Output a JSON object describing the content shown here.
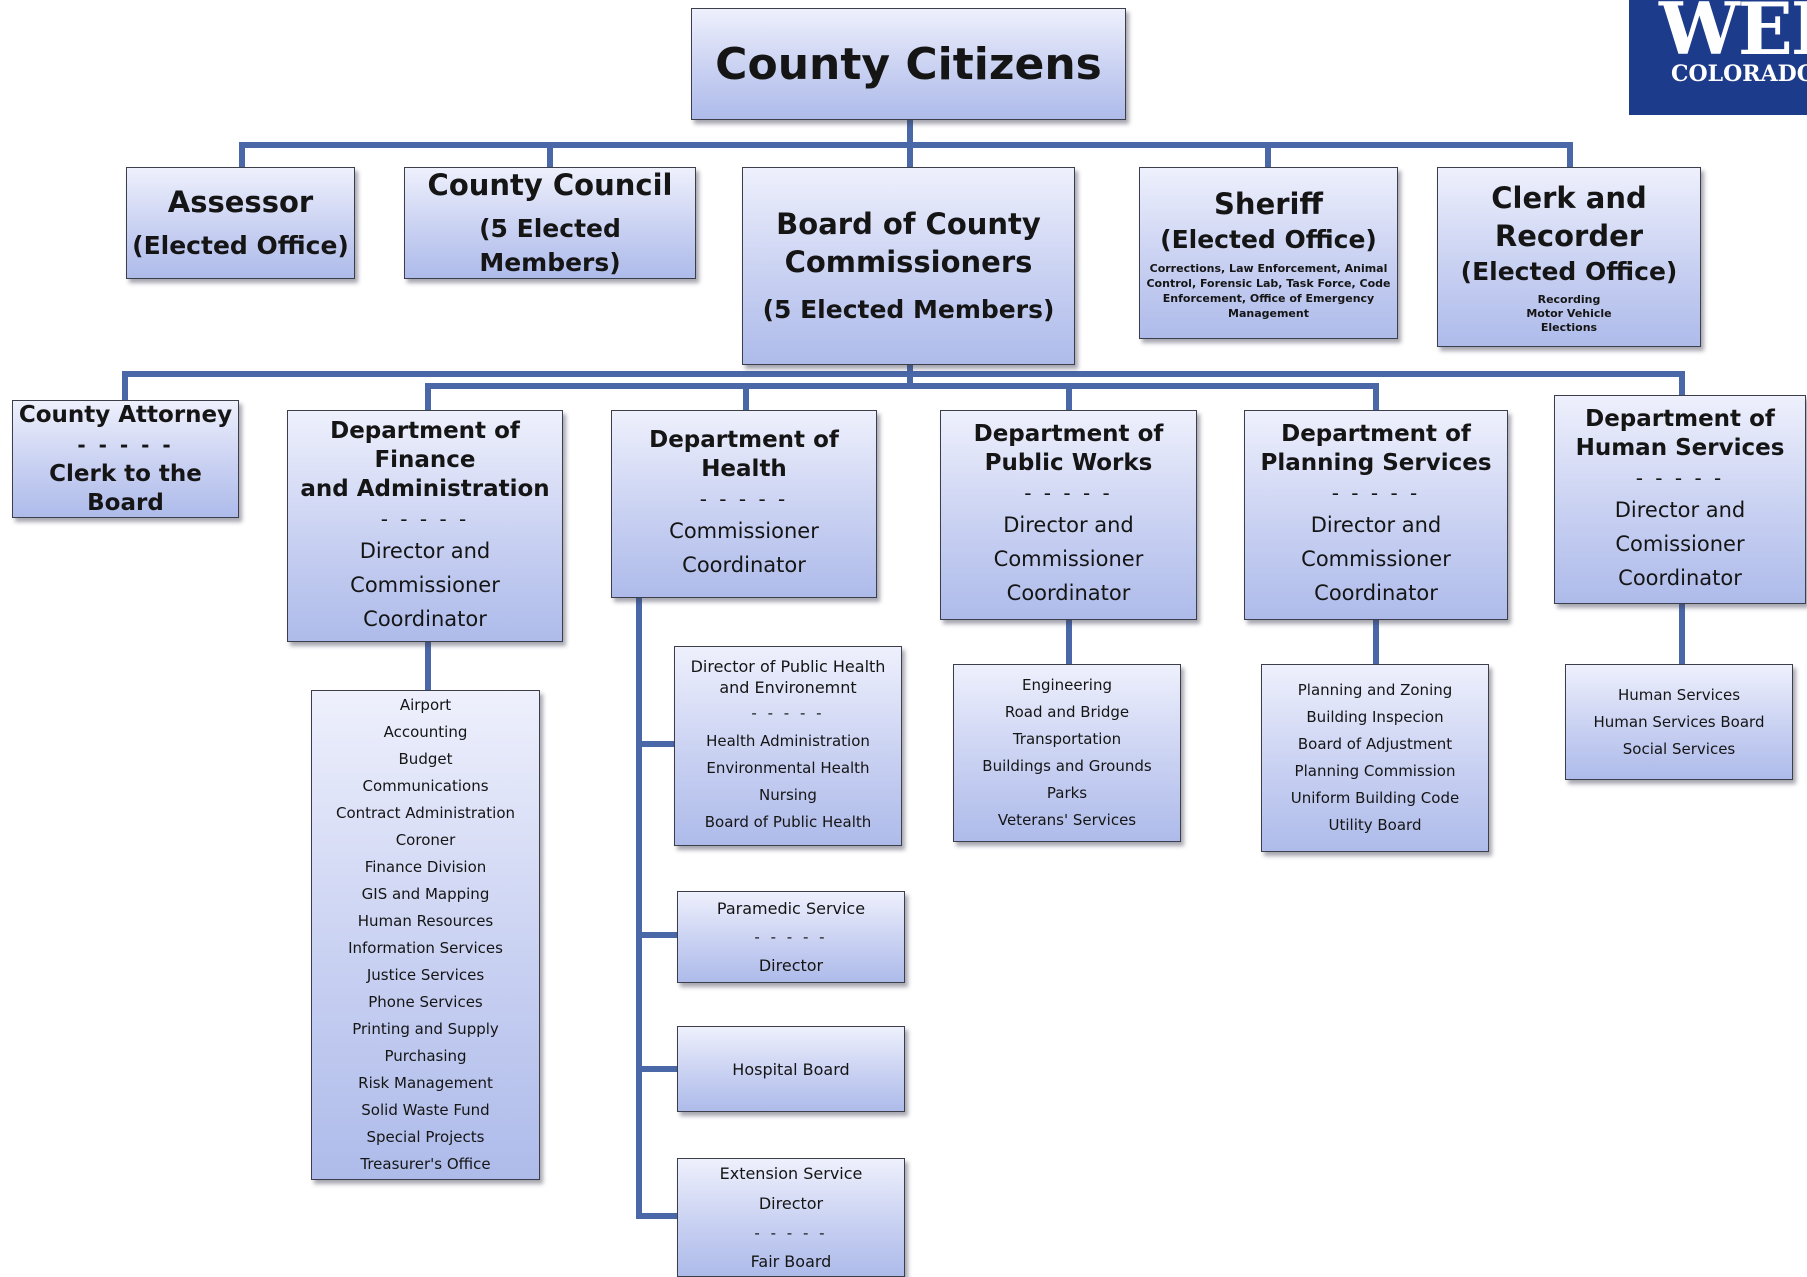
{
  "logo": {
    "text": "WELD",
    "sub": "COLORADO"
  },
  "top": {
    "title": "County Citizens"
  },
  "elected": {
    "assessor": {
      "name": "Assessor",
      "type": "(Elected Office)"
    },
    "council": {
      "name": "County Council",
      "type": "(5 Elected Members)"
    },
    "board": {
      "line1": "Board of County",
      "line2": "Commissioners",
      "type": "(5 Elected Members)"
    },
    "sheriff": {
      "name": "Sheriff",
      "type": "(Elected Office)",
      "details": "Corrections, Law Enforcement, Animal Control, Forensic Lab, Task Force, Code Enforcement, Office of Emergency Management"
    },
    "clerk": {
      "line1": "Clerk and",
      "line2": "Recorder",
      "type": "(Elected Office)",
      "items": [
        "Recording",
        "Motor Vehicle",
        "Elections"
      ]
    }
  },
  "departments": {
    "attorney": {
      "name": "County Attorney",
      "sep": "- - - - -",
      "role": "Clerk to the Board"
    },
    "finance": {
      "line1": "Department of Finance",
      "line2": "and Administration",
      "sep": "- - - - -",
      "role1": "Director and",
      "role2": "Commissioner Coordinator"
    },
    "health": {
      "name": "Department of Health",
      "sep": "- - - - -",
      "role": "Commissioner Coordinator"
    },
    "public_works": {
      "line1": "Department of",
      "line2": "Public Works",
      "sep": "- - - - -",
      "role1": "Director and",
      "role2": "Commissioner Coordinator"
    },
    "planning": {
      "line1": "Department of",
      "line2": "Planning Services",
      "sep": "- - - - -",
      "role1": "Director and",
      "role2": "Commissioner Coordinator"
    },
    "human": {
      "line1": "Department of",
      "line2": "Human Services",
      "sep": "- - - - -",
      "role1": "Director and",
      "role2": "Comissioner Coordinator"
    }
  },
  "finance_items": [
    "Airport",
    "Accounting",
    "Budget",
    "Communications",
    "Contract Administration",
    "Coroner",
    "Finance Division",
    "GIS and Mapping",
    "Human Resources",
    "Information Services",
    "Justice Services",
    "Phone Services",
    "Printing and Supply",
    "Purchasing",
    "Risk Management",
    "Solid Waste Fund",
    "Special Projects",
    "Treasurer's Office"
  ],
  "health_units": {
    "public_health": {
      "line1": "Director of Public Health",
      "line2": "and Environemnt",
      "sep": "- - - - -",
      "items": [
        "Health Administration",
        "Environmental Health",
        "Nursing",
        "Board of Public Health"
      ]
    },
    "paramedic": {
      "name": "Paramedic Service",
      "sep": "- - - - -",
      "role": "Director"
    },
    "hospital": {
      "name": "Hospital Board"
    },
    "extension": {
      "name": "Extension Service",
      "role": "Director",
      "sep": "- - - - -",
      "sub": "Fair Board"
    }
  },
  "public_works_items": [
    "Engineering",
    "Road and Bridge",
    "Transportation",
    "Buildings and Grounds",
    "Parks",
    "Veterans' Services"
  ],
  "planning_items": [
    "Planning and Zoning",
    "Building Inspecion",
    "Board of Adjustment",
    "Planning Commission",
    "Uniform Building Code",
    "Utility Board"
  ],
  "human_items": [
    "Human Services",
    "Human Services Board",
    "Social Services"
  ]
}
